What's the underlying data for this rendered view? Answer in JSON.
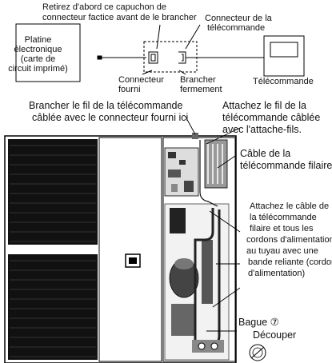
{
  "top_diagram": {
    "heading_line1": "Retirez d'abord ce capuchon de",
    "heading_line2": "connecteur factice avant de le brancher",
    "remote_connector_line1": "Connecteur de la",
    "remote_connector_line2": "télécommande",
    "board_line1": "Platine",
    "board_line2": "électronique",
    "board_line3": "(carte de",
    "board_line4": "circuit imprimé)",
    "supplied_connector_line1": "Connecteur",
    "supplied_connector_line2": "fourni",
    "plug_close_line1": "Brancher",
    "plug_close_line2": "fermement",
    "remote_label": "Télécommande"
  },
  "unit_diagram": {
    "wire_connect_line1": "Brancher le fil de la télécommande",
    "wire_connect_line2": "câblée avec le connecteur fourni ici",
    "attach_wire_line1": "Attachez le fil de la",
    "attach_wire_line2": "télécommande câblée",
    "attach_wire_line3": "avec l'attache-fils.",
    "cable_line1": "Câble de la",
    "cable_line2": "télécommande filaire",
    "bundle_line1": "Attachez le câble de",
    "bundle_line2": "la télécommande",
    "bundle_line3": "filaire et tous les",
    "bundle_line4": "cordons d'alimentation",
    "bundle_line5": "au tuyau avec une",
    "bundle_line6": "bande reliante (cordon",
    "bundle_line7": "d'alimentation)",
    "bague_label": "Bague ⑦",
    "cut_label": "Découper"
  }
}
